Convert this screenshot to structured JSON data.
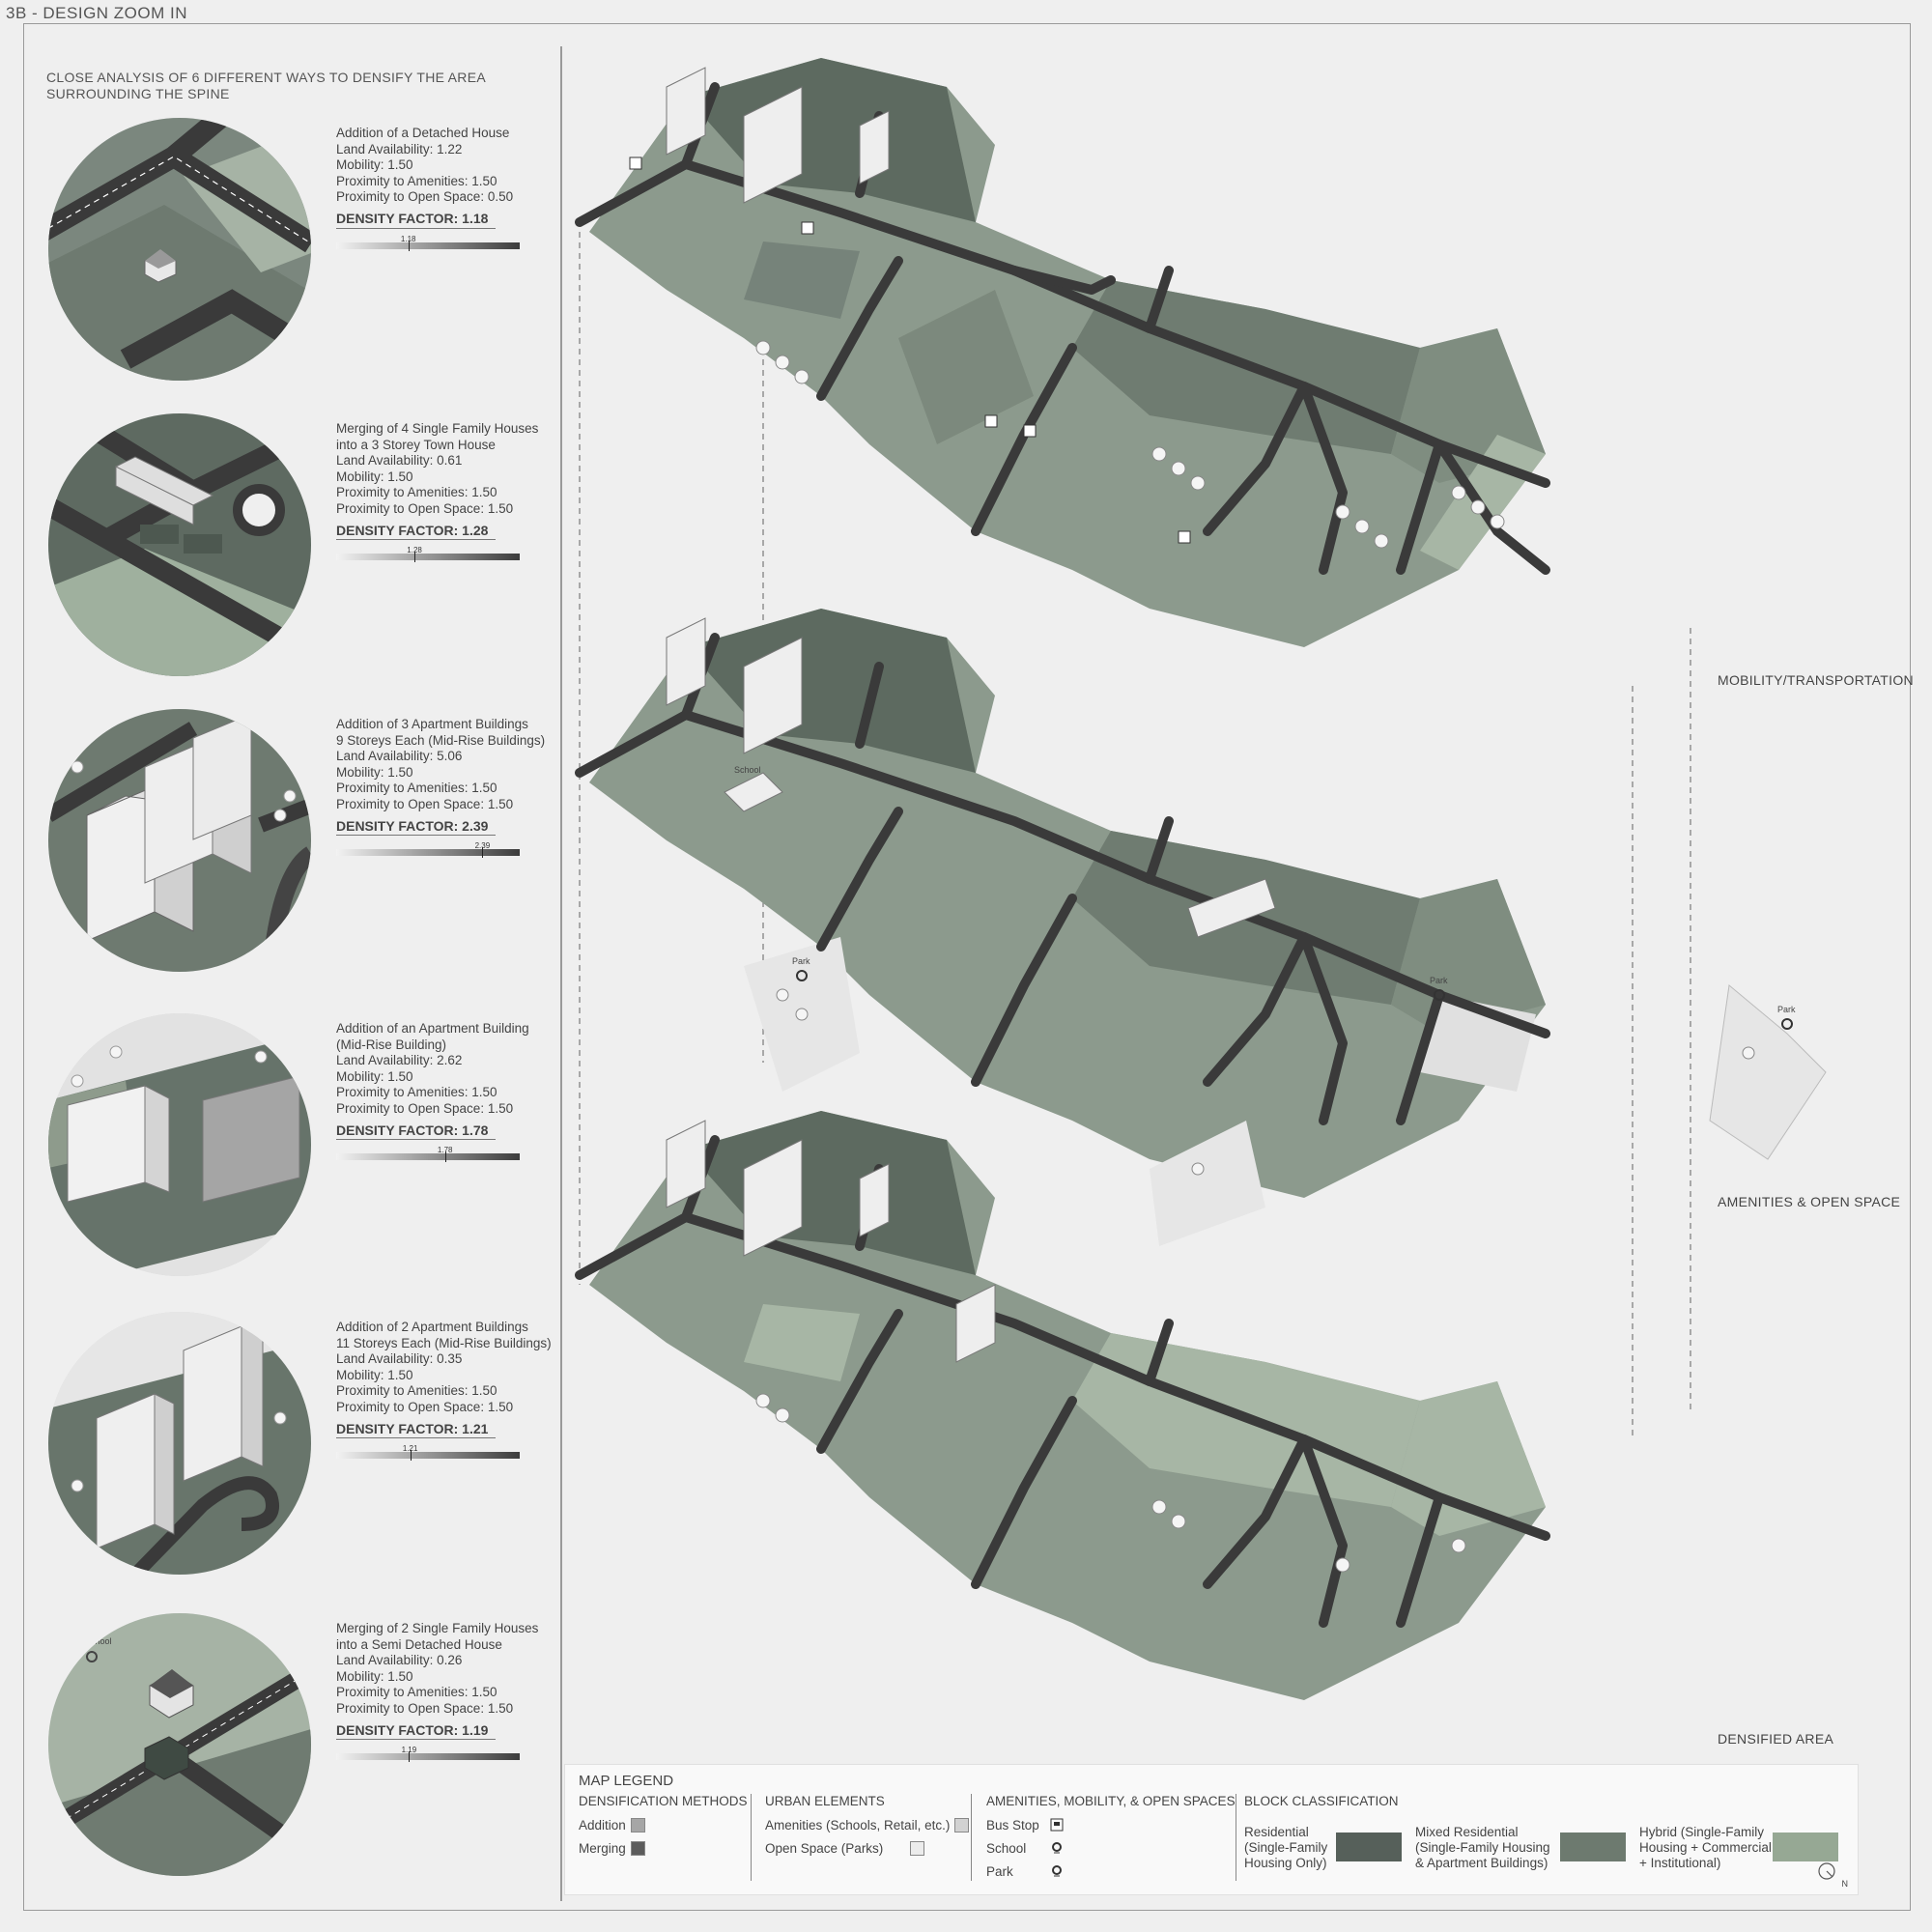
{
  "page_label": "3B - DESIGN ZOOM IN",
  "intro": "CLOSE ANALYSIS OF 6 DIFFERENT WAYS TO DENSIFY THE AREA SURROUNDING THE SPINE",
  "methods": [
    {
      "title": [
        "Addition of a Detached House"
      ],
      "land": "Land Availability: 1.22",
      "mobility": "Mobility: 1.50",
      "amenities": "Proximity to Amenities: 1.50",
      "open_space": "Proximity to Open Space: 0.50",
      "density": "DENSITY FACTOR: 1.18",
      "gauge_value": 1.18,
      "gauge_label": "1.18"
    },
    {
      "title": [
        "Merging of 4 Single Family Houses",
        "into a 3 Storey Town House"
      ],
      "land": "Land Availability: 0.61",
      "mobility": "Mobility: 1.50",
      "amenities": "Proximity to Amenities: 1.50",
      "open_space": "Proximity to Open Space: 1.50",
      "density": "DENSITY FACTOR: 1.28",
      "gauge_value": 1.28,
      "gauge_label": "1.28"
    },
    {
      "title": [
        "Addition of 3 Apartment Buildings",
        "9 Storeys Each (Mid-Rise Buildings)"
      ],
      "land": "Land Availability: 5.06",
      "mobility": "Mobility: 1.50",
      "amenities": "Proximity to Amenities: 1.50",
      "open_space": "Proximity to Open Space: 1.50",
      "density": "DENSITY FACTOR: 2.39",
      "gauge_value": 2.39,
      "gauge_label": "2.39"
    },
    {
      "title": [
        "Addition of an Apartment Building",
        "(Mid-Rise Building)"
      ],
      "land": "Land Availability: 2.62",
      "mobility": "Mobility: 1.50",
      "amenities": "Proximity to Amenities: 1.50",
      "open_space": "Proximity to Open Space: 1.50",
      "density": "DENSITY FACTOR: 1.78",
      "gauge_value": 1.78,
      "gauge_label": "1.78"
    },
    {
      "title": [
        "Addition of 2 Apartment Buildings",
        "11 Storeys Each (Mid-Rise Buildings)"
      ],
      "land": "Land Availability: 0.35",
      "mobility": "Mobility: 1.50",
      "amenities": "Proximity to Amenities: 1.50",
      "open_space": "Proximity to Open Space: 1.50",
      "density": "DENSITY FACTOR: 1.21",
      "gauge_value": 1.21,
      "gauge_label": "1.21"
    },
    {
      "title": [
        "Merging of 2 Single Family Houses",
        "into a Semi Detached House"
      ],
      "land": "Land Availability: 0.26",
      "mobility": "Mobility: 1.50",
      "amenities": "Proximity to Amenities: 1.50",
      "open_space": "Proximity to Open Space: 1.50",
      "density": "DENSITY FACTOR: 1.19",
      "gauge_value": 1.19,
      "gauge_label": "1.19"
    }
  ],
  "circle_labels": {
    "school": "School"
  },
  "map_labels": {
    "school": "School",
    "park": "Park"
  },
  "layers": {
    "mobility": "MOBILITY/TRANSPORTATION",
    "amenities": "AMENITIES & OPEN SPACE",
    "densified": "DENSIFIED AREA"
  },
  "legend": {
    "title": "MAP LEGEND",
    "densification": {
      "header": "DENSIFICATION METHODS",
      "addition": "Addition",
      "merging": "Merging"
    },
    "urban": {
      "header": "URBAN ELEMENTS",
      "amenities": "Amenities (Schools, Retail, etc.)",
      "open_space": "Open Space (Parks)"
    },
    "ams": {
      "header": "AMENITIES, MOBILITY, & OPEN SPACES",
      "bus_stop": "Bus Stop",
      "school": "School",
      "park": "Park"
    },
    "block": {
      "header": "BLOCK CLASSIFICATION",
      "residential": [
        "Residential",
        "(Single-Family",
        "Housing Only)"
      ],
      "mixed": [
        "Mixed Residential",
        "(Single-Family Housing",
        "& Apartment Buildings)"
      ],
      "hybrid": [
        "Hybrid (Single-Family",
        "Housing + Commercial",
        "+ Institutional)"
      ]
    },
    "north": "N"
  },
  "colors": {
    "residential": "#56605a",
    "mixed": "#6d7a6f",
    "hybrid": "#96a894",
    "addition": "#a6a6a6",
    "merging": "#5c5c5c",
    "amenities": "#d2d2d2",
    "open_space": "#ececec",
    "road": "#3a3a3a"
  }
}
